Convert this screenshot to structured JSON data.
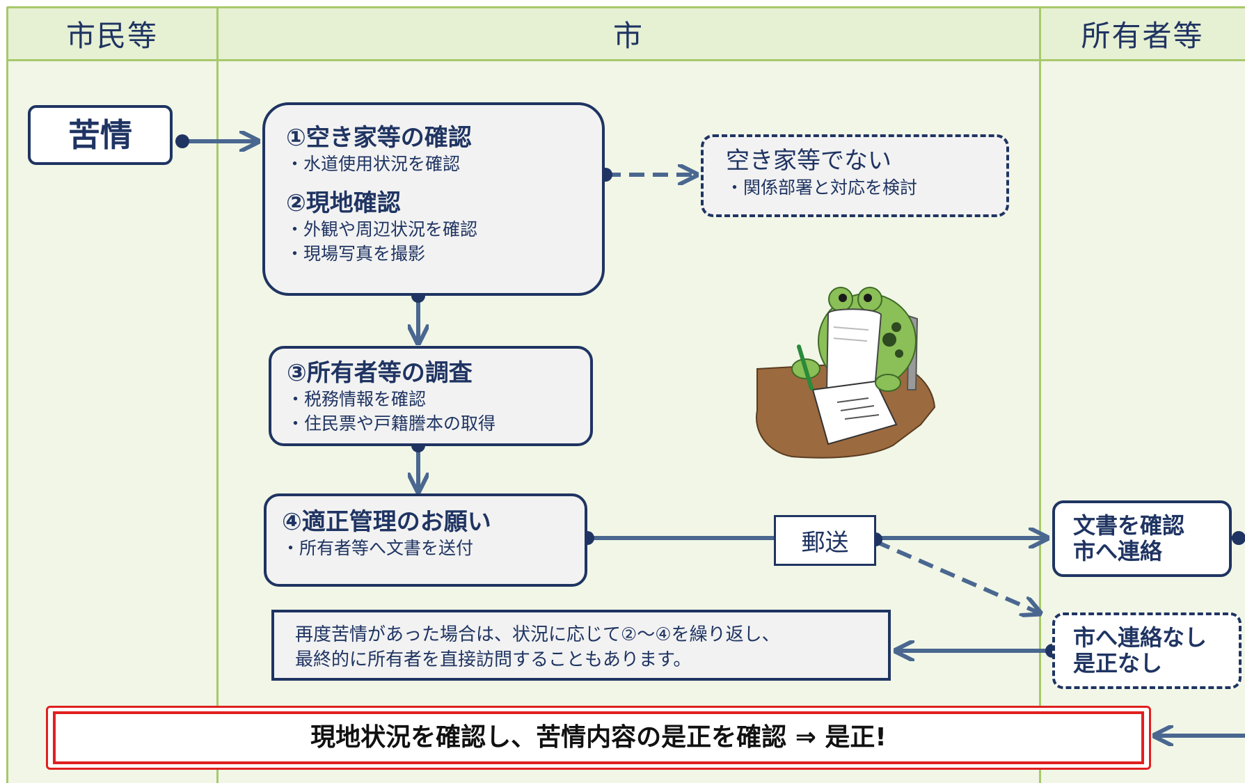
{
  "lanes": {
    "citizens": "市民等",
    "city": "市",
    "owners": "所有者等"
  },
  "complaint": "苦情",
  "step12": {
    "title1": "①空き家等の確認",
    "line1": "・水道使用状況を確認",
    "title2": "②現地確認",
    "line2": "・外観や周辺状況を確認",
    "line3": "・現場写真を撮影"
  },
  "not_vacant": {
    "title": "空き家等でない",
    "line1": "・関係部署と対応を検討"
  },
  "step3": {
    "title": "③所有者等の調査",
    "line1": "・税務情報を確認",
    "line2": "・住民票や戸籍謄本の取得"
  },
  "step4": {
    "title": "④適正管理のお願い",
    "line1": "・所有者等へ文書を送付"
  },
  "mail": "郵送",
  "confirm_doc": {
    "line1": "文書を確認",
    "line2": "市へ連絡"
  },
  "no_contact": {
    "line1": "市へ連絡なし",
    "line2": "是正なし"
  },
  "repeat_note": {
    "line1": "再度苦情があった場合は、状況に応じて②～④を繰り返し、",
    "line2": "最終的に所有者を直接訪問することもあります。"
  },
  "final": "現地状況を確認し、苦情内容の是正を確認 ⇒ 是正!",
  "colors": {
    "navy": "#1f3462",
    "arrow": "#4a6790",
    "lane_bg": "#f1f6e6",
    "lane_header": "#e6f0d3",
    "lane_border": "#a7c96b",
    "final_border": "#e02020"
  },
  "illustration": "frog-writing-document"
}
